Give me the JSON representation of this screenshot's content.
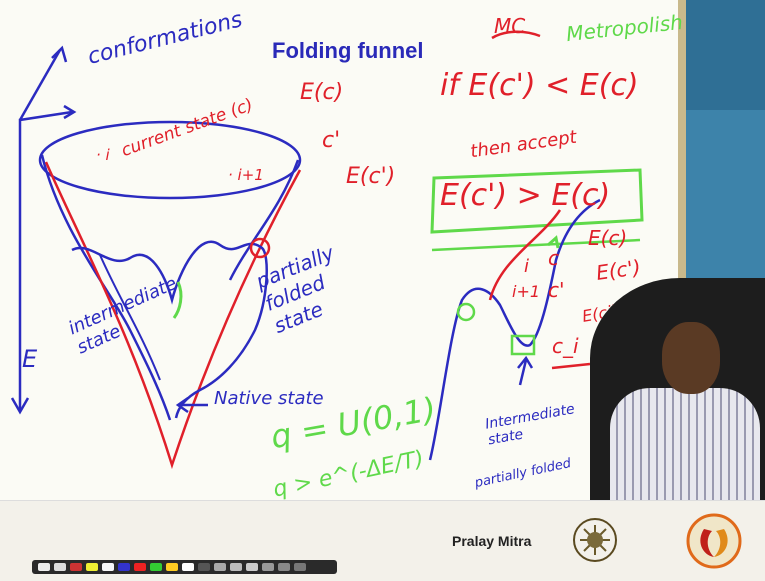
{
  "slide": {
    "title": "Folding funnel",
    "presenter": "Pralay Mitra",
    "annotations": {
      "conformations": "conformations",
      "current_state": "current state (c)",
      "i_label": "· i",
      "i1_label": "· i+1",
      "E_c": "E(c)",
      "c_prime": "c'",
      "E_c_prime": "E(c')",
      "axis_E": "E",
      "intermediate_state": "intermediate state",
      "partially_folded": "partially folded state",
      "native_state": "Native state",
      "MC": "MC",
      "metropolis": "Metropolish",
      "if_condition": "if E(c') < E(c)",
      "then_accept": "then accept",
      "boxed_condition": "E(c') > E(c)",
      "i_right": "i",
      "i1_right": "i+1",
      "c_right": "c",
      "c_prime_right": "c'",
      "E_c_right": "E(c)",
      "E_c_prime_right": "E(c')",
      "c_i_right": "c_i",
      "E_ci_right": "E(ci)",
      "intermediate_state_2": "Intermediate state",
      "partially_folded_2": "partially folded",
      "q_uniform": "q = U(0,1)",
      "q_exp": "q > e^(-ΔE/T)"
    }
  },
  "colors": {
    "blue_ink": "#2b2bc0",
    "red_ink": "#e0202a",
    "green_ink": "#5fd94a",
    "title": "#2a2ab8"
  },
  "toolbar": {
    "tools": [
      "next-arrow",
      "prev-arrow",
      "pen",
      "highlighter",
      "eraser",
      "pen-blue",
      "pen-red",
      "pen-green",
      "pen-yellow",
      "pen-white",
      "pen-black",
      "line",
      "shape",
      "text",
      "undo",
      "redo",
      "more"
    ]
  }
}
